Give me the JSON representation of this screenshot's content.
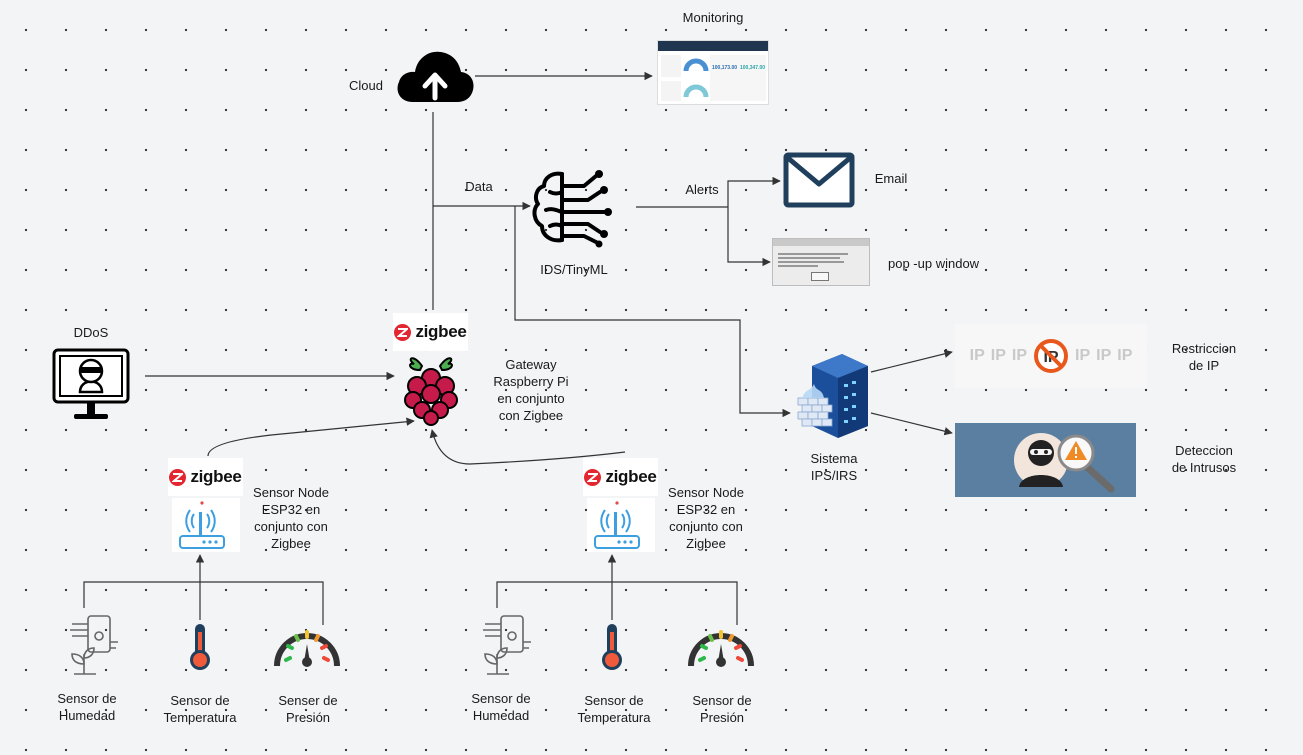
{
  "labels": {
    "monitoring": "Monitoring",
    "cloud": "Cloud",
    "data": "Data",
    "alerts": "Alerts",
    "email": "Email",
    "popup": "pop -up window",
    "ids": "IDS/TinyML",
    "ddos": "DDoS",
    "gateway": "Gateway\nRaspberry Pi\nen conjunto\ncon Zigbee",
    "sistema": "Sistema\nIPS/IRS",
    "restriccion": "Restriccion\nde IP",
    "deteccion": "Deteccion\nde Intrusos",
    "sensor_node_left": "Sensor Node\nESP32 en\nconjunto con\nZigbee",
    "sensor_node_right": "Sensor Node\nESP32 en\nconjunto con\nZigbee",
    "humedad_left": "Sensor de\nHumedad",
    "temperatura_left": "Sensor de\nTemperatura",
    "presion_left": "Senser de\nPresión",
    "humedad_right": "Sensor de\nHumedad",
    "temperatura_right": "Sensor de\nTemperatura",
    "presion_right": "Sensor de\nPresión"
  },
  "zigbee_text": "zigbee",
  "dashboard": {
    "value1": "100,173.00",
    "value2": "100,347.00"
  },
  "ip_text": "IP",
  "icons": {
    "cloud": "cloud-upload-icon",
    "monitoring": "dashboard-screenshot",
    "ids": "neural-network-brain-icon",
    "email": "envelope-icon",
    "popup": "popup-window-screenshot",
    "ddos": "hacker-monitor-icon",
    "gateway": "raspberry-pi-icon",
    "ips": "server-firewall-icon",
    "ip_block": "ip-blocked-icon",
    "intrusion": "intruder-detection-icon",
    "router": "router-antenna-icon",
    "humidity": "plant-humidity-icon",
    "temperature": "thermometer-icon",
    "pressure": "pressure-gauge-icon"
  },
  "colors": {
    "background": "#f3f4f6",
    "zigbee_red": "#e3262f",
    "raspberry_red": "#c51a4a",
    "server_blue": "#1b4f9c",
    "intrusion_panel": "#5b7fa0",
    "email_navy": "#1f3f5c"
  }
}
